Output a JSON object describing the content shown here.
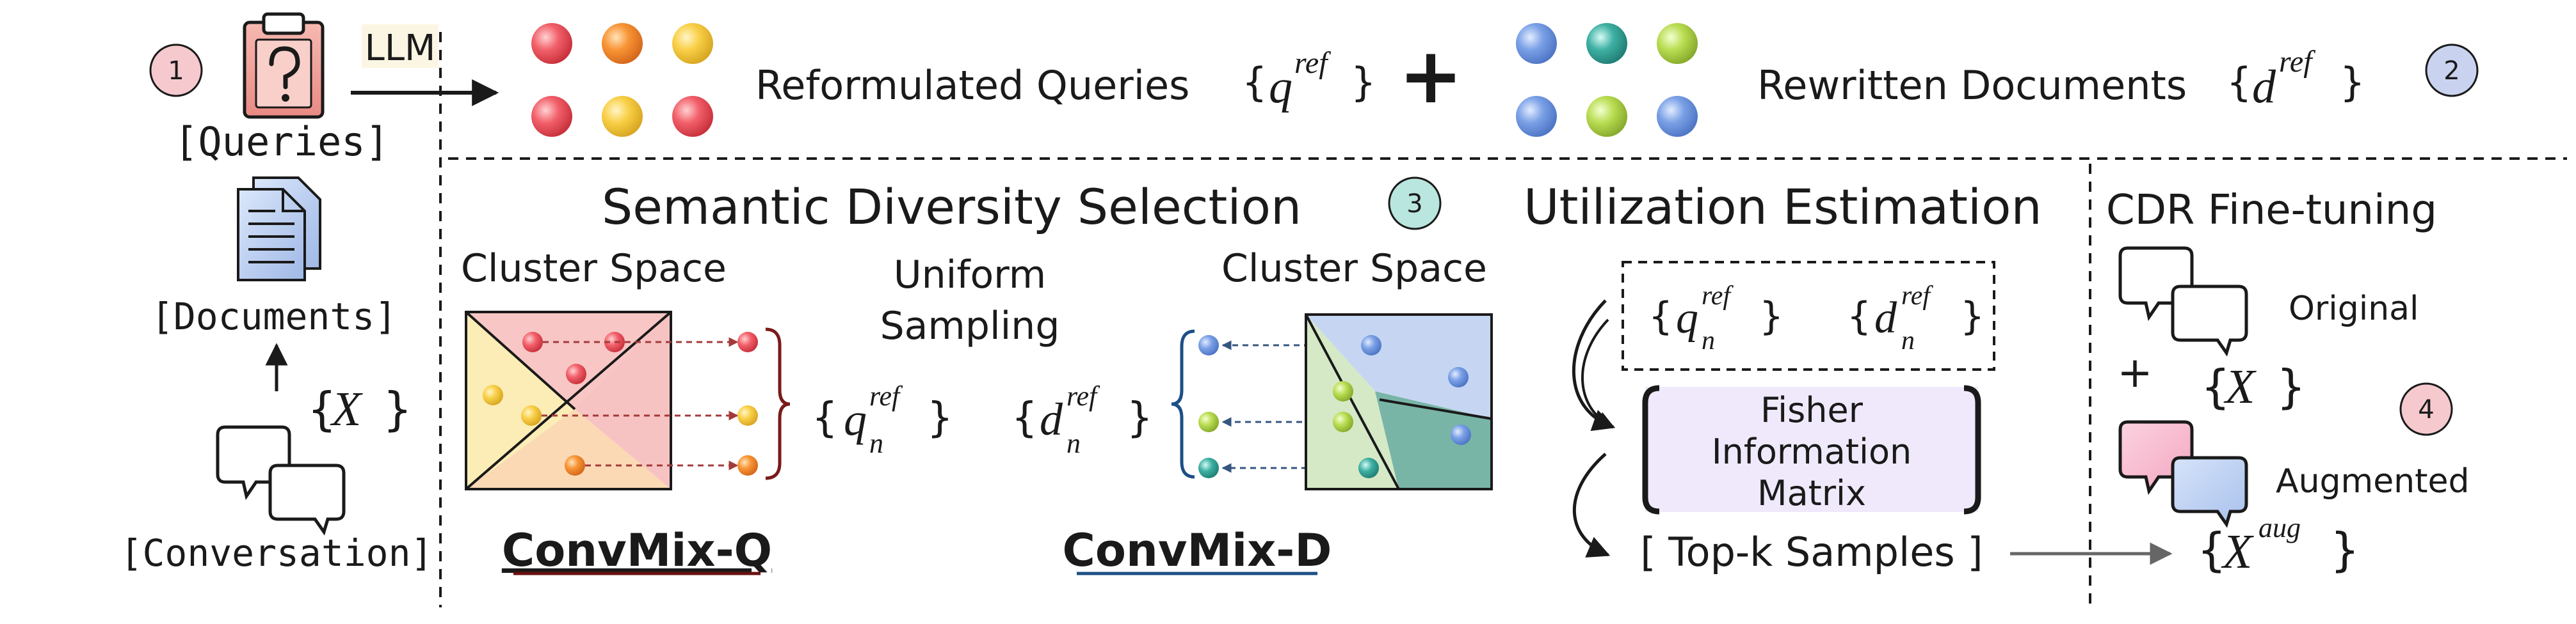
{
  "steps": [
    "1",
    "2",
    "3",
    "4"
  ],
  "left": {
    "queries_label": "[Queries]",
    "documents_label": "[Documents]",
    "conversation_label": "[Conversation]",
    "x_label": "X",
    "llm_label": "LLM"
  },
  "top": {
    "reformulated_label": "Reformulated Queries",
    "rewritten_label": "Rewritten Documents",
    "plus": "+",
    "q_base": "q",
    "d_base": "d",
    "ref_sup": "ref"
  },
  "middle": {
    "semantic_title": "Semantic Diversity Selection",
    "cluster_space_left": "Cluster Space",
    "cluster_space_right": "Cluster Space",
    "uniform_line1": "Uniform",
    "uniform_line2": "Sampling",
    "n_sub": "n",
    "convmix_q": "ConvMix-Q",
    "convmix_d": "ConvMix-D"
  },
  "utilization": {
    "title": "Utilization Estimation",
    "fisher_line1": "Fisher",
    "fisher_line2": "Information",
    "fisher_line3": "Matrix",
    "topk": "[ Top-k Samples ]"
  },
  "cdr": {
    "title": "CDR Fine-tuning",
    "original": "Original",
    "augmented": "Augmented",
    "x_label": "X",
    "aug_sup": "aug",
    "plus": "+"
  },
  "colors": {
    "queries": "#7a1a1a",
    "documents": "#1f4e8c",
    "convmix_q": "#6b1010",
    "convmix_d": "#1d4f86",
    "topk": "#3a1a6e",
    "fisher_fill": "#efe9fb",
    "step1": "#f6c9cf",
    "step2": "#c9d3f0",
    "step3": "#b9e6df",
    "step4": "#f6c9cf"
  }
}
